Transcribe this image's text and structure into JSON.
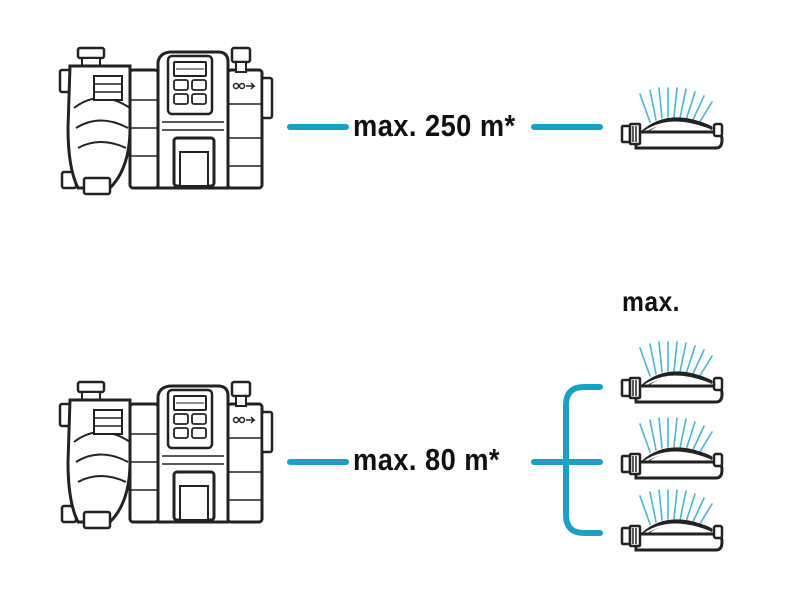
{
  "labels": {
    "top_distance": "max. 250 m*",
    "bottom_distance": "max. 80 m*",
    "max_label": "max."
  },
  "colors": {
    "hose": "#1aa0c8",
    "line": "#222222",
    "water": "#4bb4d8"
  },
  "icons": {
    "pump": "garden-pump-icon",
    "sprinkler": "oscillating-sprinkler-icon"
  }
}
